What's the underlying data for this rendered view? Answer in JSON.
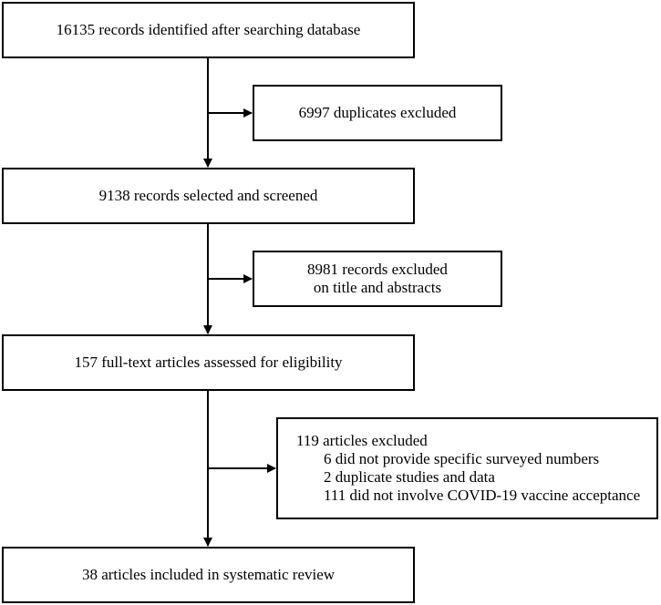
{
  "flowchart": {
    "identified": "16135 records identified after searching database",
    "duplicates": "6997 duplicates excluded",
    "screened": "9138 records selected and screened",
    "excluded_title": {
      "line1": "8981 records excluded",
      "line2": "on title and abstracts"
    },
    "assessed": "157 full-text articles assessed for eligibility",
    "excluded_fulltext": {
      "header": "119 articles excluded",
      "reasons": [
        "6 did not provide specific surveyed numbers",
        "2 duplicate studies and data",
        "111 did not involve COVID-19 vaccine acceptance"
      ]
    },
    "included": "38 articles included in systematic review"
  }
}
